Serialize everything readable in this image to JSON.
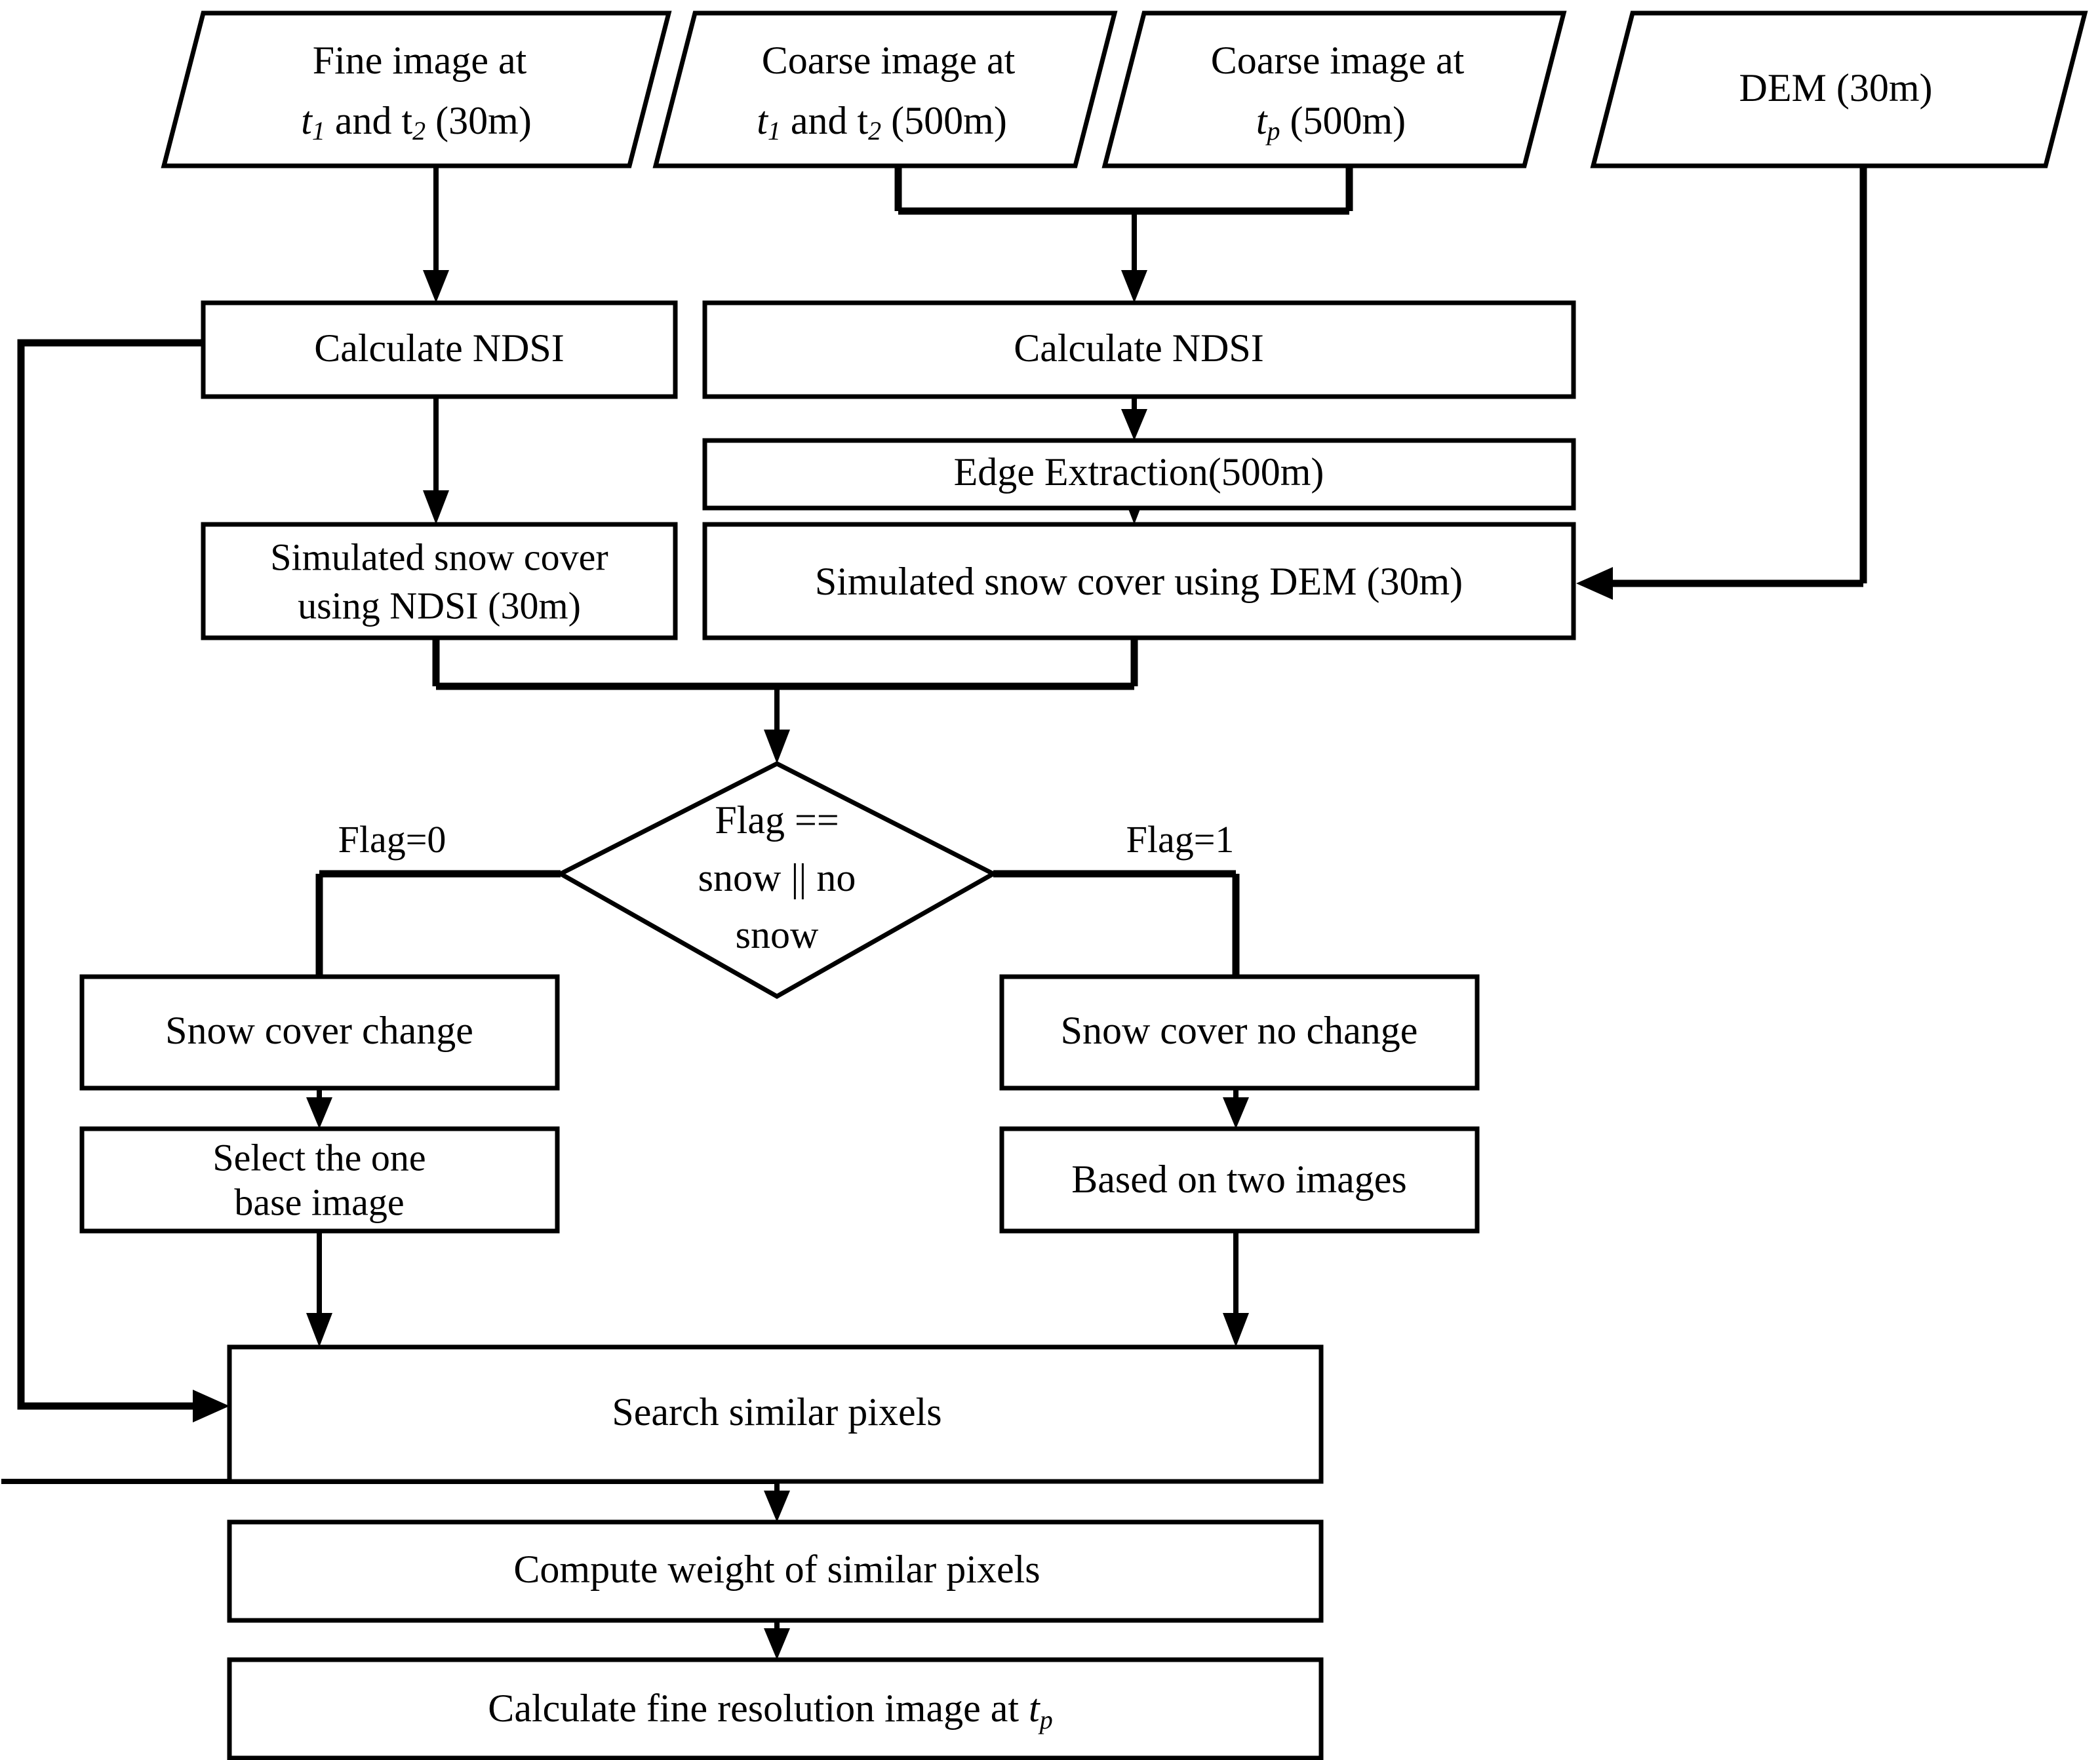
{
  "diagram": {
    "title": "Snow cover spatiotemporal fusion flowchart",
    "stroke_color": "#000000",
    "fill_color": "#ffffff"
  },
  "inputs": [
    {
      "id": "fine-image",
      "shape": "parallelogram",
      "line1": "Fine image at",
      "line2_pre": "t",
      "line2_sub1": "1",
      "line2_mid": " and t",
      "line2_sub2": "2",
      "line2_post": " (30m)"
    },
    {
      "id": "coarse-image-t1t2",
      "shape": "parallelogram",
      "line1": "Coarse image at",
      "line2_pre": "t",
      "line2_sub1": "1",
      "line2_mid": " and t",
      "line2_sub2": "2",
      "line2_post": " (500m)"
    },
    {
      "id": "coarse-image-tp",
      "shape": "parallelogram",
      "line1": "Coarse image at",
      "line2_pre": "t",
      "line2_sub1": "p",
      "line2_mid": "",
      "line2_sub2": "",
      "line2_post": " (500m)"
    },
    {
      "id": "dem",
      "shape": "parallelogram",
      "line1": "DEM (30m)",
      "line2_pre": "",
      "line2_sub1": "",
      "line2_mid": "",
      "line2_sub2": "",
      "line2_post": ""
    }
  ],
  "process": {
    "calculate_ndsi_fine": "Calculate NDSI",
    "calculate_ndsi_coarse": "Calculate NDSI",
    "edge_extraction": "Edge Extraction(500m)",
    "simulated_ndsi_line1": "Simulated snow cover",
    "simulated_ndsi_line2": "using NDSI (30m)",
    "simulated_dem": "Simulated snow cover using DEM (30m)",
    "snow_cover_change": "Snow cover change",
    "snow_cover_no_change": "Snow cover no change",
    "select_base_line1": "Select the one",
    "select_base_line2": "base image",
    "based_on_two_images": "Based on two images",
    "search_similar_pixels": "Search similar pixels",
    "compute_weight": "Compute weight of similar pixels",
    "calculate_fine_pre": "Calculate fine resolution image at ",
    "calculate_fine_var": "t",
    "calculate_fine_sub": "p"
  },
  "decision": {
    "line1": "Flag ==",
    "line2": "snow || no",
    "line3": "snow"
  },
  "edge_labels": {
    "flag_false": "Flag=0",
    "flag_true": "Flag=1"
  }
}
